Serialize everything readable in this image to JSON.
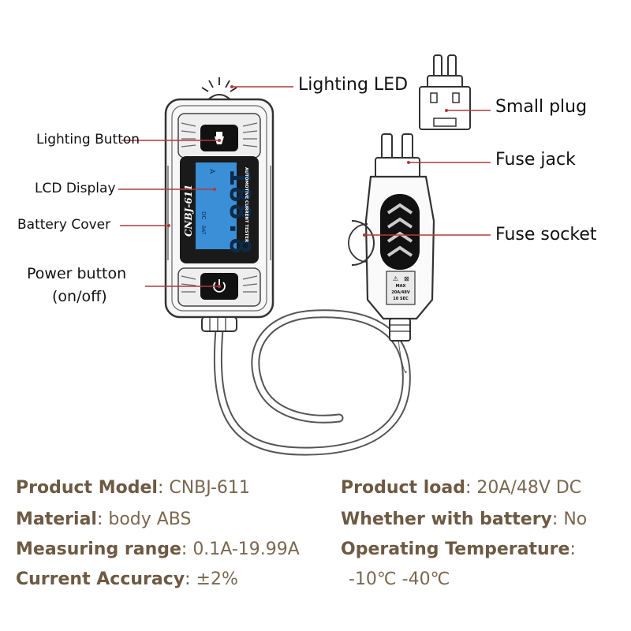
{
  "callouts": {
    "lighting_led": "Lighting LED",
    "small_plug": "Small plug",
    "lighting_button": "Lighting Button",
    "fuse_jack": "Fuse jack",
    "lcd_display": "LCD Display",
    "battery_cover": "Battery Cover",
    "fuse_socket": "Fuse socket",
    "power_button_1": "Power button",
    "power_button_2": "(on/off)"
  },
  "device": {
    "brand": "CNBJ-611",
    "side_text": "AUTOMOTIVE CURRENT TESTER",
    "lcd_digits": "188.8",
    "lcd_unit": "A",
    "lcd_indicator_1": "DC",
    "lcd_indicator_2": "BAT",
    "socket_label_1": "MAX",
    "socket_label_2": "20A/48V",
    "socket_label_3": "10 SEC"
  },
  "colors": {
    "lcd": "#3a8fd6",
    "leader_line": "#b23a3a",
    "spec_key": "#6d5a43",
    "spec_value": "#7a6750"
  },
  "specs": {
    "model_key": "Product Model",
    "model_val": "CNBJ-611",
    "load_key": "Product load",
    "load_val": "20A/48V DC",
    "material_key": "Material",
    "material_val": "body ABS",
    "battery_key": "Whether with battery",
    "battery_val": "No",
    "range_key": "Measuring range",
    "range_val": "0.1A-19.99A",
    "temp_key": "Operating Temperature",
    "temp_val": "-10℃ -40℃",
    "accuracy_key": "Current Accuracy",
    "accuracy_val": "±2%"
  }
}
